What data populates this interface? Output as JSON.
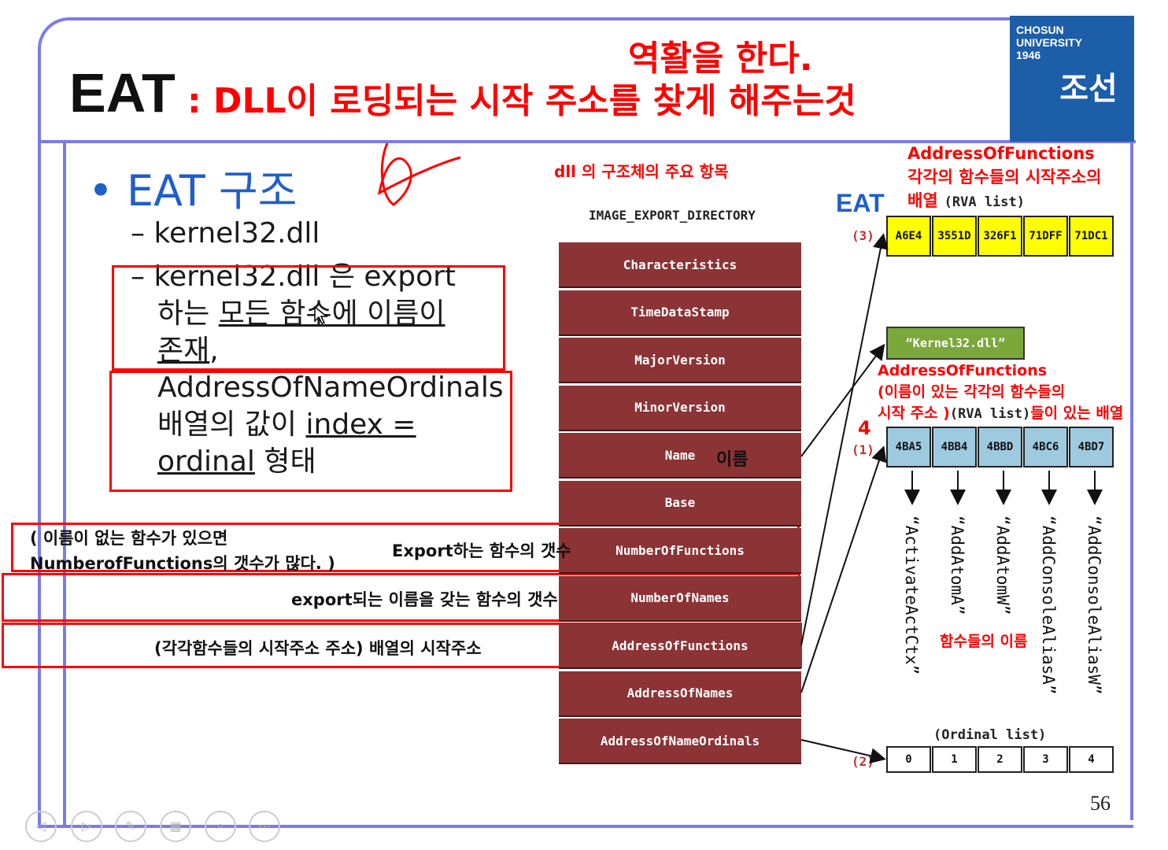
{
  "header": {
    "eat_label": "EAT",
    "subtitle": ": DLL이 로딩되는 시작 주소를 찾게 해주는것",
    "subtitle_line2": "역활을 한다."
  },
  "logo": {
    "line1": "CHOSUN",
    "line2": "UNIVERSITY",
    "line3": "1946",
    "glyph": "조선"
  },
  "bullets": {
    "main": "EAT 구조",
    "sub1": "kernel32.dll",
    "sub2_line1": "kernel32.dll 은 export",
    "sub2_line2_a": "하는 ",
    "sub2_line2_b": "모든 함수에 이름이",
    "sub2_line3_a": "존재",
    "sub2_line3_b": ",",
    "sub2_line4": "AddressOfNameOrdinals",
    "sub2_line5_a": "배열의 값이 ",
    "sub2_line5_b": "index =",
    "sub2_line6_a": "ordinal",
    "sub2_line6_b": " 형태"
  },
  "annotations": {
    "dll_struct": "dll 의 구조체의 주요 항목",
    "funcs_top_1": "AddressOfFunctions",
    "funcs_top_2": "각각의 함수들의 시작주소의",
    "funcs_top_3": "배열",
    "funcs_mid_1": "AddressOfFunctions",
    "funcs_mid_2": "(이름이 있는 각각의 함수들의",
    "funcs_mid_3": "시작 주소 )",
    "funcs_mid_4": "들이 있는 배열",
    "name_kr": "이름",
    "no_name_1": "( 이름이 없는 함수가 있으면",
    "no_name_2": "NumberofFunctions의 갯수가 많다. )",
    "export_count": "Export하는 함수의 갯수",
    "export_names": "export되는 이름을 갖는 함수의 갯수",
    "start_addr": "(각각함수들의 시작주소 주소) 배열의 시작주소",
    "func_names": "함수들의 이름",
    "four": "4"
  },
  "diagram": {
    "struct_title": "IMAGE_EXPORT_DIRECTORY",
    "struct_fields": [
      "Characteristics",
      "TimeDataStamp",
      "MajorVersion",
      "MinorVersion",
      "Name",
      "Base",
      "NumberOfFunctions",
      "NumberOfNames",
      "AddressOfFunctions",
      "AddressOfNames",
      "AddressOfNameOrdinals"
    ],
    "eat_label": "EAT",
    "rva_label": "(RVA list)",
    "rva_label_mid": "(RVA list)",
    "marker3": "(3)",
    "marker1": "(1)",
    "marker2": "(2)",
    "rva_values": [
      "A6E4",
      "3551D",
      "326F1",
      "71DFF",
      "71DC1"
    ],
    "dll_name": "“Kernel32.dll”",
    "name_rvas": [
      "4BA5",
      "4BB4",
      "4BBD",
      "4BC6",
      "4BD7"
    ],
    "func_names": [
      "“ActivateActCtx”",
      "“AddAtomA”",
      "“AddAtomW”",
      "“AddConsoleAliasA”",
      "“AddConsoleAliasW”"
    ],
    "ordinal_label": "(Ordinal list)",
    "ordinals": [
      "0",
      "1",
      "2",
      "3",
      "4"
    ],
    "colors": {
      "struct": "#8b3335",
      "rva": "#ffff00",
      "dll": "#7aa83a",
      "names": "#9ecae0"
    }
  },
  "page_number": "56"
}
